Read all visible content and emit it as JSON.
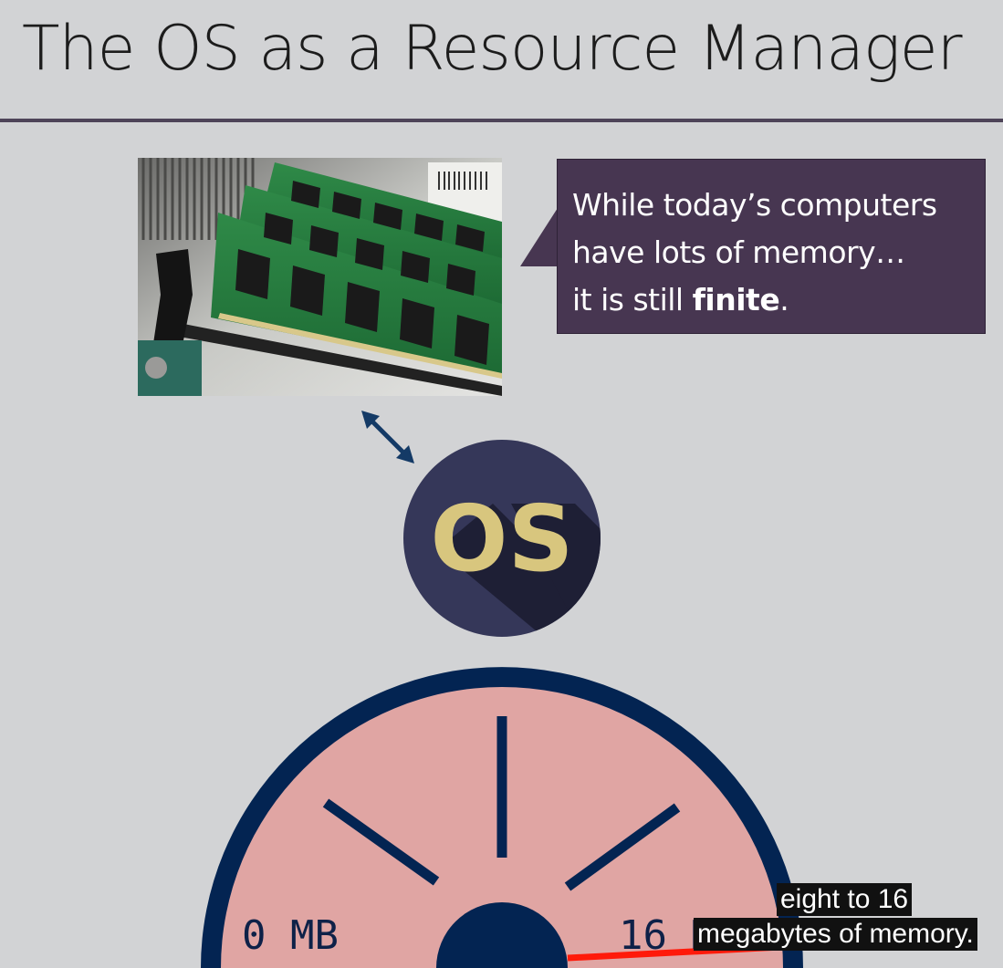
{
  "slide": {
    "title": "The OS as a Resource Manager"
  },
  "callout": {
    "line1": "While today’s computers",
    "line2": "have lots of memory…",
    "line3_prefix": "it is still ",
    "line3_bold": "finite",
    "line3_suffix": "."
  },
  "os_badge": {
    "label": "OS",
    "colors": {
      "circle": "#353759",
      "shadow": "#1e1f35",
      "text": "#d8c67e"
    }
  },
  "gauge": {
    "min_label": "0 MB",
    "max_label": "16 MB",
    "colors": {
      "face": "#e0a5a3",
      "rim": "#032452",
      "needle": "#ff1a0a"
    }
  },
  "subtitles": {
    "line1": "eight to 16",
    "line2": "megabytes of memory."
  },
  "photo": {
    "icon": "ram-modules-image"
  }
}
